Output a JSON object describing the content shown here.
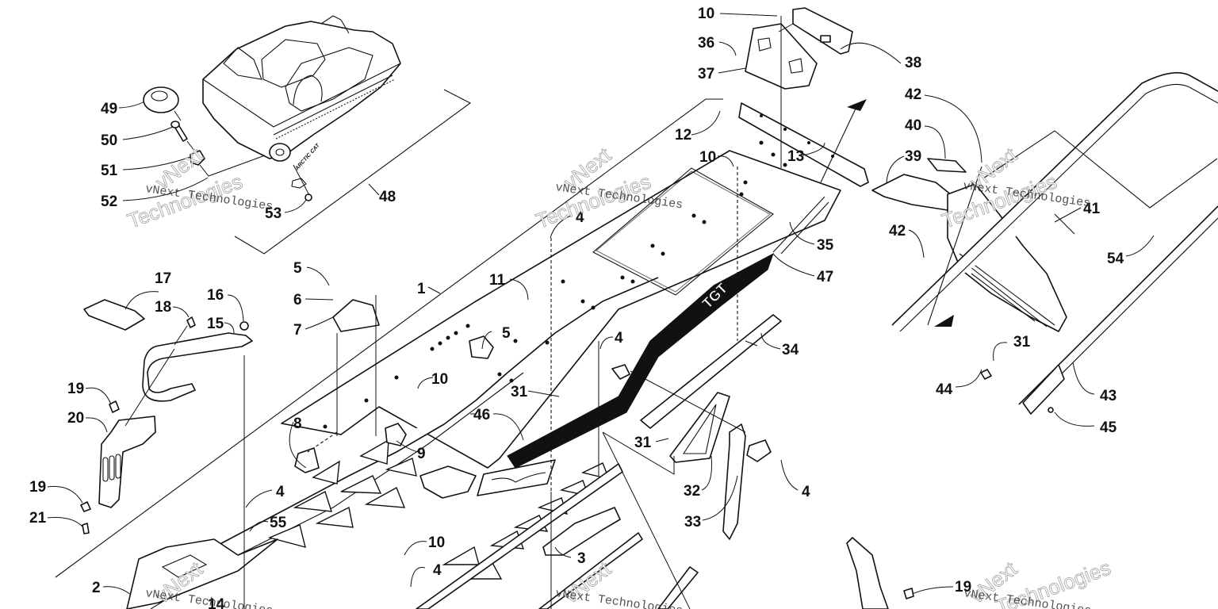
{
  "diagram": {
    "title": "Tunnel / Rear Bumper / Storage Bag Exploded Parts Diagram",
    "watermark": {
      "line1": "vNext Technologies",
      "line2_outline": "vNext",
      "line3_outline": "Technologies"
    },
    "bag_logo": "ARCTIC CAT",
    "decal_text": "TGT"
  },
  "callouts": [
    {
      "id": "c1",
      "label": "1"
    },
    {
      "id": "c2",
      "label": "2"
    },
    {
      "id": "c3",
      "label": "3"
    },
    {
      "id": "c4a",
      "label": "4"
    },
    {
      "id": "c4b",
      "label": "4"
    },
    {
      "id": "c4c",
      "label": "4"
    },
    {
      "id": "c4d",
      "label": "4"
    },
    {
      "id": "c4e",
      "label": "4"
    },
    {
      "id": "c5a",
      "label": "5"
    },
    {
      "id": "c5b",
      "label": "5"
    },
    {
      "id": "c6",
      "label": "6"
    },
    {
      "id": "c7",
      "label": "7"
    },
    {
      "id": "c8",
      "label": "8"
    },
    {
      "id": "c9",
      "label": "9"
    },
    {
      "id": "c10a",
      "label": "10"
    },
    {
      "id": "c10b",
      "label": "10"
    },
    {
      "id": "c10c",
      "label": "10"
    },
    {
      "id": "c10d",
      "label": "10"
    },
    {
      "id": "c11",
      "label": "11"
    },
    {
      "id": "c12",
      "label": "12"
    },
    {
      "id": "c13",
      "label": "13"
    },
    {
      "id": "c14",
      "label": "14"
    },
    {
      "id": "c15",
      "label": "15"
    },
    {
      "id": "c16",
      "label": "16"
    },
    {
      "id": "c17",
      "label": "17"
    },
    {
      "id": "c18",
      "label": "18"
    },
    {
      "id": "c19a",
      "label": "19"
    },
    {
      "id": "c19b",
      "label": "19"
    },
    {
      "id": "c19c",
      "label": "19"
    },
    {
      "id": "c20",
      "label": "20"
    },
    {
      "id": "c21",
      "label": "21"
    },
    {
      "id": "c31a",
      "label": "31"
    },
    {
      "id": "c31b",
      "label": "31"
    },
    {
      "id": "c31c",
      "label": "31"
    },
    {
      "id": "c32",
      "label": "32"
    },
    {
      "id": "c33",
      "label": "33"
    },
    {
      "id": "c34",
      "label": "34"
    },
    {
      "id": "c35",
      "label": "35"
    },
    {
      "id": "c36",
      "label": "36"
    },
    {
      "id": "c37",
      "label": "37"
    },
    {
      "id": "c38",
      "label": "38"
    },
    {
      "id": "c39",
      "label": "39"
    },
    {
      "id": "c40",
      "label": "40"
    },
    {
      "id": "c41",
      "label": "41"
    },
    {
      "id": "c42a",
      "label": "42"
    },
    {
      "id": "c42b",
      "label": "42"
    },
    {
      "id": "c43",
      "label": "43"
    },
    {
      "id": "c44",
      "label": "44"
    },
    {
      "id": "c45",
      "label": "45"
    },
    {
      "id": "c46",
      "label": "46"
    },
    {
      "id": "c47",
      "label": "47"
    },
    {
      "id": "c48",
      "label": "48"
    },
    {
      "id": "c49",
      "label": "49"
    },
    {
      "id": "c50",
      "label": "50"
    },
    {
      "id": "c51",
      "label": "51"
    },
    {
      "id": "c52",
      "label": "52"
    },
    {
      "id": "c53",
      "label": "53"
    },
    {
      "id": "c54",
      "label": "54"
    },
    {
      "id": "c55",
      "label": "55"
    }
  ]
}
